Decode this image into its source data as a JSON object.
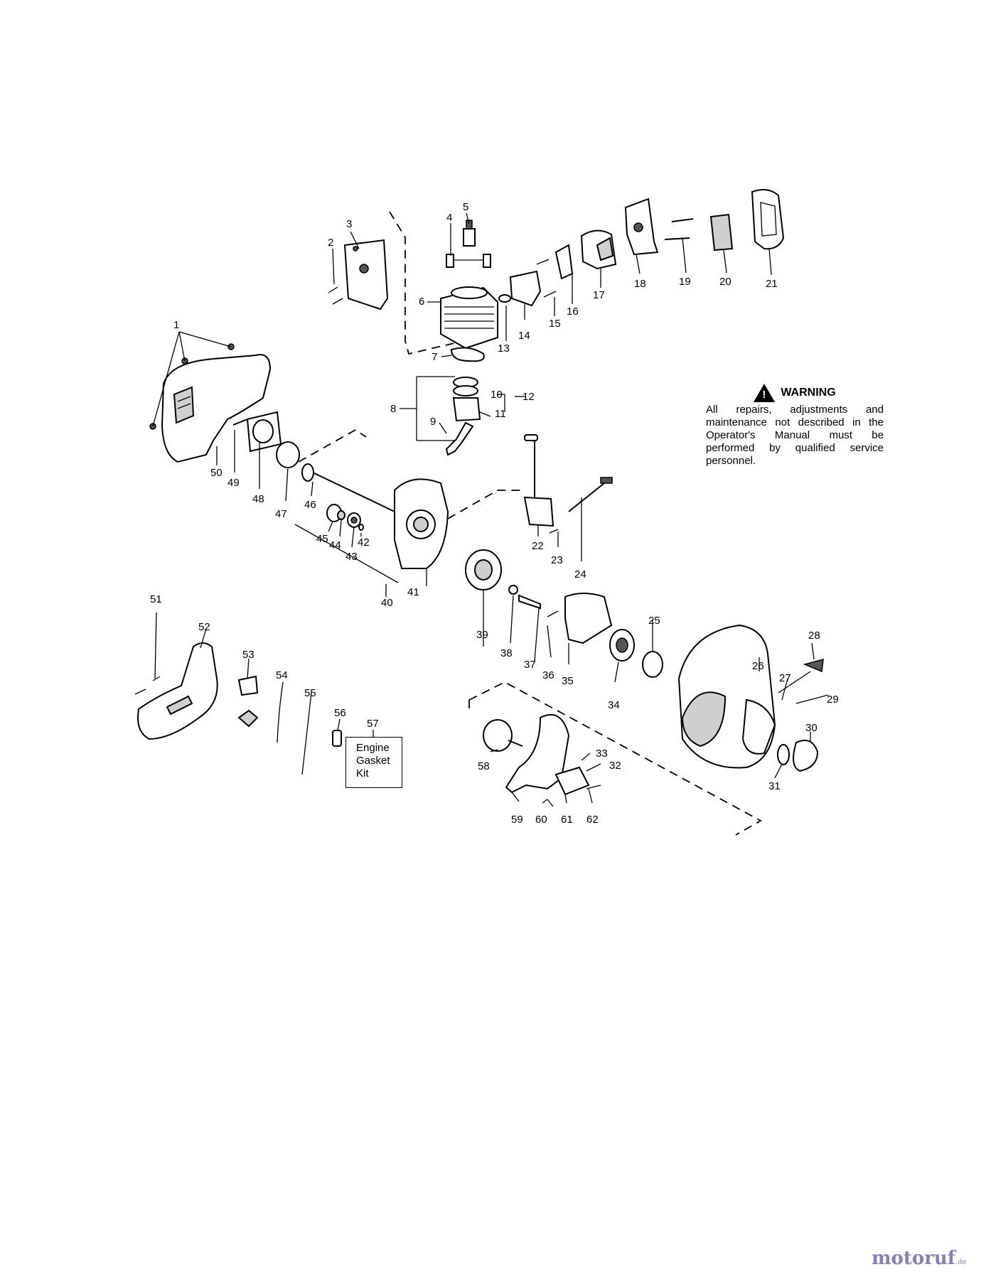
{
  "warning": {
    "title": "WARNING",
    "symbol": "!",
    "text": "All repairs, adjustments and maintenance not described in the Operator's Manual must be performed by qualified service personnel."
  },
  "kit": {
    "lines": [
      "Engine",
      "Gasket",
      "Kit"
    ]
  },
  "watermark": {
    "name": "motoruf",
    "ext": ".de"
  },
  "part_numbers": [
    "1",
    "2",
    "3",
    "4",
    "5",
    "6",
    "7",
    "8",
    "9",
    "10",
    "11",
    "12",
    "13",
    "14",
    "15",
    "16",
    "17",
    "18",
    "19",
    "20",
    "21",
    "22",
    "23",
    "24",
    "25",
    "26",
    "27",
    "28",
    "29",
    "30",
    "31",
    "32",
    "33",
    "34",
    "35",
    "36",
    "37",
    "38",
    "39",
    "40",
    "41",
    "42",
    "43",
    "44",
    "45",
    "46",
    "47",
    "48",
    "49",
    "50",
    "51",
    "52",
    "53",
    "54",
    "55",
    "56",
    "57",
    "58",
    "59",
    "60",
    "61",
    "62"
  ],
  "colors": {
    "ink": "#000000",
    "watermark": "#8a7fb5"
  }
}
